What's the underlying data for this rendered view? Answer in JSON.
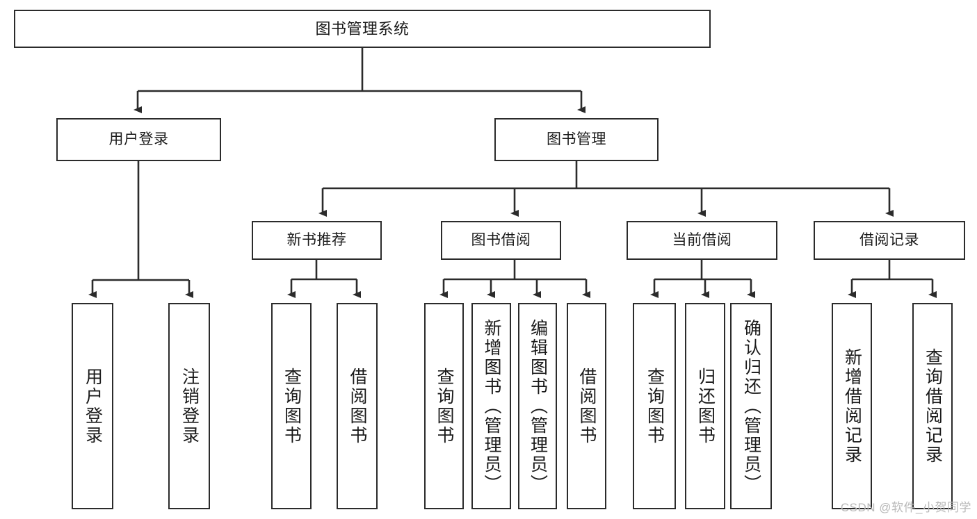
{
  "diagram": {
    "title": "图书管理系统",
    "watermark": "CSDN @软件_小贺同学",
    "colors": {
      "stroke": "#2b2b2b",
      "box_fill": "#ffffff",
      "text": "#1a1a1a",
      "watermark": "#b9b9b9",
      "background": "#ffffff"
    },
    "levels": {
      "root": {
        "label": "图书管理系统"
      },
      "level2": [
        {
          "label": "用户登录"
        },
        {
          "label": "图书管理"
        }
      ],
      "level3": [
        {
          "label": "新书推荐"
        },
        {
          "label": "图书借阅"
        },
        {
          "label": "当前借阅"
        },
        {
          "label": "借阅记录"
        }
      ],
      "leaves": [
        {
          "label": "用户登录",
          "parent": "用户登录"
        },
        {
          "label": "注销登录",
          "parent": "用户登录"
        },
        {
          "label": "查询图书",
          "parent": "新书推荐"
        },
        {
          "label": "借阅图书",
          "parent": "新书推荐"
        },
        {
          "label": "查询图书",
          "parent": "图书借阅"
        },
        {
          "label": "新增图书（管理员）",
          "parent": "图书借阅"
        },
        {
          "label": "编辑图书（管理员）",
          "parent": "图书借阅"
        },
        {
          "label": "借阅图书",
          "parent": "图书借阅"
        },
        {
          "label": "查询图书",
          "parent": "当前借阅"
        },
        {
          "label": "归还图书",
          "parent": "当前借阅"
        },
        {
          "label": "确认归还（管理员）",
          "parent": "当前借阅"
        },
        {
          "label": "新增借阅记录",
          "parent": "借阅记录"
        },
        {
          "label": "查询借阅记录",
          "parent": "借阅记录"
        }
      ]
    }
  }
}
